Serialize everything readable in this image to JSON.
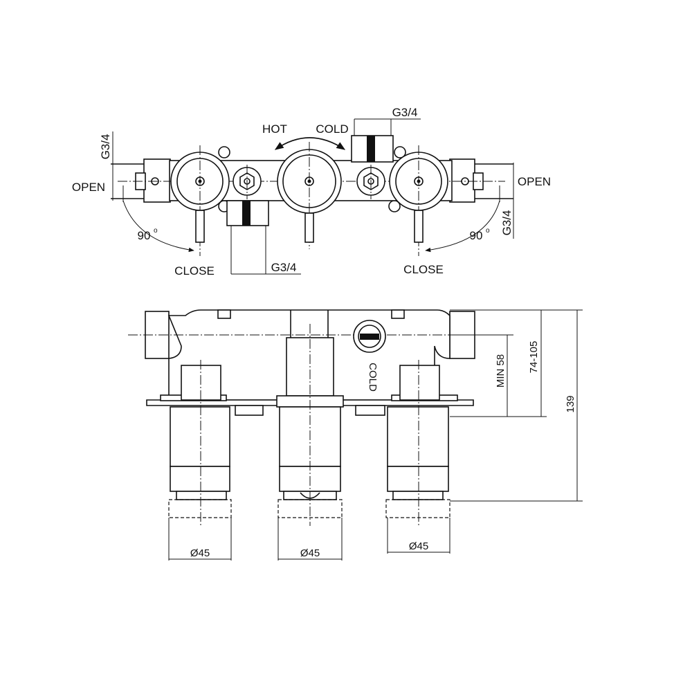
{
  "top_view": {
    "hot_label": "HOT",
    "cold_label": "COLD",
    "open_left": "OPEN",
    "open_right": "OPEN",
    "close_left": "CLOSE",
    "close_right": "CLOSE",
    "angle_left": "90",
    "angle_right": "90",
    "thread_top_center": "G3/4",
    "thread_left": "G3/4",
    "thread_right": "G3/4",
    "thread_bottom": "G3/4"
  },
  "front_view": {
    "cold_marking": "COLD",
    "dim_min": "MIN 58",
    "dim_range": "74-105",
    "dim_total": "139",
    "dia_left": "Ø45",
    "dia_center": "Ø45",
    "dia_right": "Ø45"
  }
}
